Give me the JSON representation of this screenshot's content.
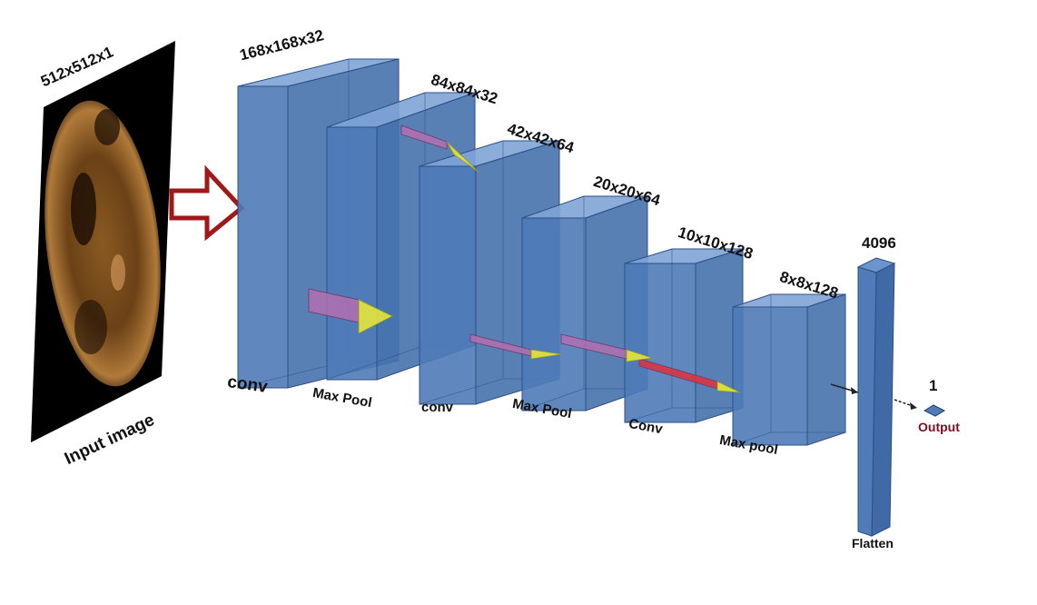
{
  "colors": {
    "block_fill": "#4f7bb8",
    "block_stroke": "#2c4f85",
    "arrow": "#a01818",
    "tunnel_pink": "#b26fb0",
    "tunnel_red": "#e0303a",
    "pyramid": "#e6e63a",
    "output_label": "#7a1020"
  },
  "input": {
    "dims": "512x512x1",
    "label": "Input image"
  },
  "blocks": [
    {
      "dims": "168x168x32",
      "op": "conv"
    },
    {
      "dims": "84x84x32",
      "op": "Max Pool"
    },
    {
      "dims": "42x42x64",
      "op": "conv"
    },
    {
      "dims": "20x20x64",
      "op": "Max Pool"
    },
    {
      "dims": "10x10x128",
      "op": "Conv"
    },
    {
      "dims": "8x8x128",
      "op": "Max pool"
    }
  ],
  "flatten": {
    "dims": "4096",
    "label": "Flatten"
  },
  "output": {
    "dims": "1",
    "label": "Output"
  }
}
